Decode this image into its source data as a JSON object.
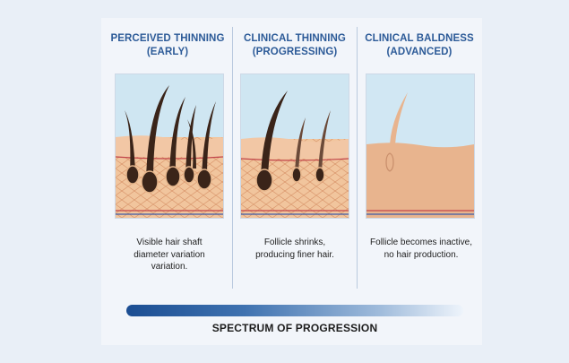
{
  "columns": [
    {
      "title_line1": "PERCEIVED THINNING",
      "title_line2": "(EARLY)",
      "illustration_icon": "dense-hair-follicles-cross-section-icon",
      "description_line1": "Visible hair shaft",
      "description_line2": "diameter variation",
      "description_line3": "variation."
    },
    {
      "title_line1": "CLINICAL THINNING",
      "title_line2": "(PROGRESSING)",
      "illustration_icon": "shrinking-follicles-cross-section-icon",
      "description_line1": "Follicle shrinks,",
      "description_line2": "producing finer hair."
    },
    {
      "title_line1": "CLINICAL BALDNESS",
      "title_line2": "(ADVANCED)",
      "illustration_icon": "inactive-follicle-cross-section-icon",
      "description_line1": "Follicle becomes inactive,",
      "description_line2": "no hair production."
    }
  ],
  "spectrum": {
    "label": "SPECTRUM OF PROGRESSION",
    "gradient_start_color": "#1b4d92",
    "gradient_end_color": "#eef4fb"
  },
  "colors": {
    "title_blue": "#2d5b98",
    "hair_dark": "#3a2419",
    "skin_tan": "#e9b48c",
    "background": "#e9eff7"
  }
}
